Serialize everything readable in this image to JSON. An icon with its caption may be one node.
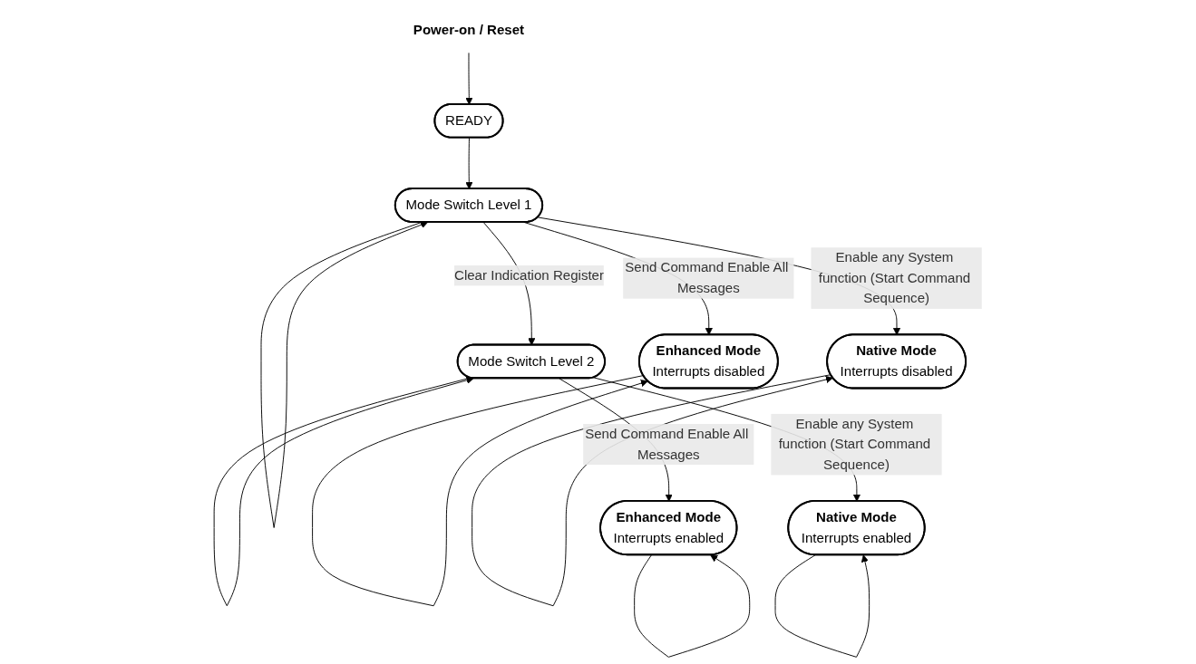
{
  "diagram": {
    "nodes": [
      {
        "text": [
          "Power-on / Reset"
        ]
      },
      {
        "text": [
          "READY"
        ]
      },
      {
        "text": [
          "Mode Switch Level 1"
        ]
      },
      {
        "text": [
          "Mode Switch Level 2"
        ]
      },
      {
        "text": [
          "Enhanced Mode",
          "Interrupts disabled"
        ]
      },
      {
        "text": [
          "Native Mode",
          "Interrupts disabled"
        ]
      },
      {
        "text": [
          "Enhanced Mode",
          "Interrupts enabled"
        ]
      },
      {
        "text": [
          "Native Mode",
          "Interrupts enabled"
        ]
      }
    ],
    "edges": [
      {
        "from": 0,
        "to": 1,
        "arrow": "to"
      },
      {
        "from": 1,
        "to": 2,
        "arrow": "to"
      },
      {
        "from": 2,
        "to": 2,
        "arrow": "to"
      },
      {
        "from": 2,
        "to": 4,
        "label": "Send Command Enable All Messages",
        "arrow": "to"
      },
      {
        "from": 2,
        "to": 5,
        "label": "Enable any System function (Start Command Sequence)",
        "arrow": "to"
      },
      {
        "from": 2,
        "to": 3,
        "label": "Clear Indication Register",
        "arrow": "to"
      },
      {
        "from": 3,
        "to": 3,
        "arrow": "to"
      },
      {
        "from": 3,
        "to": 6,
        "label": "Send Command Enable All Messages",
        "arrow": "to"
      },
      {
        "from": 3,
        "to": 7,
        "label": "Enable any System function (Start Command Sequence)",
        "arrow": "to"
      },
      {
        "from": 4,
        "to": 4,
        "arrow": "to"
      },
      {
        "from": 5,
        "to": 5,
        "arrow": "to"
      },
      {
        "from": 6,
        "to": 6,
        "arrow": "to"
      },
      {
        "from": 7,
        "to": 7,
        "arrow": "to"
      }
    ]
  }
}
